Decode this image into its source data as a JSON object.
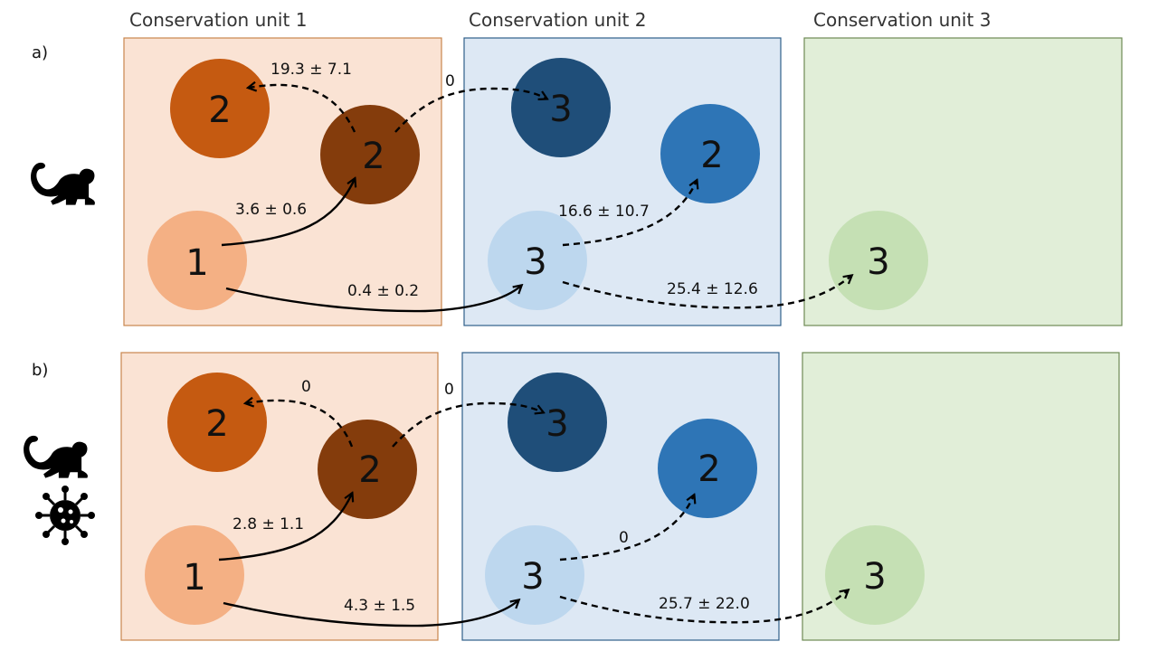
{
  "units": [
    {
      "title": "Conservation unit 1",
      "fill": "#fae3d4",
      "stroke": "#c8864e"
    },
    {
      "title": "Conservation unit 2",
      "fill": "#dde8f4",
      "stroke": "#2f5f8a"
    },
    {
      "title": "Conservation unit 3",
      "fill": "#e1eed8",
      "stroke": "#6f8a55"
    }
  ],
  "node_colors": {
    "cu1_light": "#f4b084",
    "cu1_mid": "#c55a11",
    "cu1_dark": "#843c0c",
    "cu2_light": "#bdd7ee",
    "cu2_mid": "#2e75b6",
    "cu2_dark": "#1f4e79",
    "cu3_light": "#c5e0b4"
  },
  "panels": [
    {
      "label": "a)",
      "icons": [
        "monkey-icon"
      ],
      "nodes": [
        "2",
        "2",
        "1",
        "3",
        "2",
        "3",
        "3"
      ],
      "edges": [
        "19.3 ± 7.1",
        "0",
        "3.6 ± 0.6",
        "16.6 ± 10.7",
        "0.4 ± 0.2",
        "25.4 ± 12.6"
      ]
    },
    {
      "label": "b)",
      "icons": [
        "monkey-icon",
        "virus-icon"
      ],
      "nodes": [
        "2",
        "2",
        "1",
        "3",
        "2",
        "3",
        "3"
      ],
      "edges": [
        "0",
        "0",
        "2.8 ± 1.1",
        "0",
        "4.3 ± 1.5",
        "25.7 ± 22.0"
      ]
    }
  ]
}
